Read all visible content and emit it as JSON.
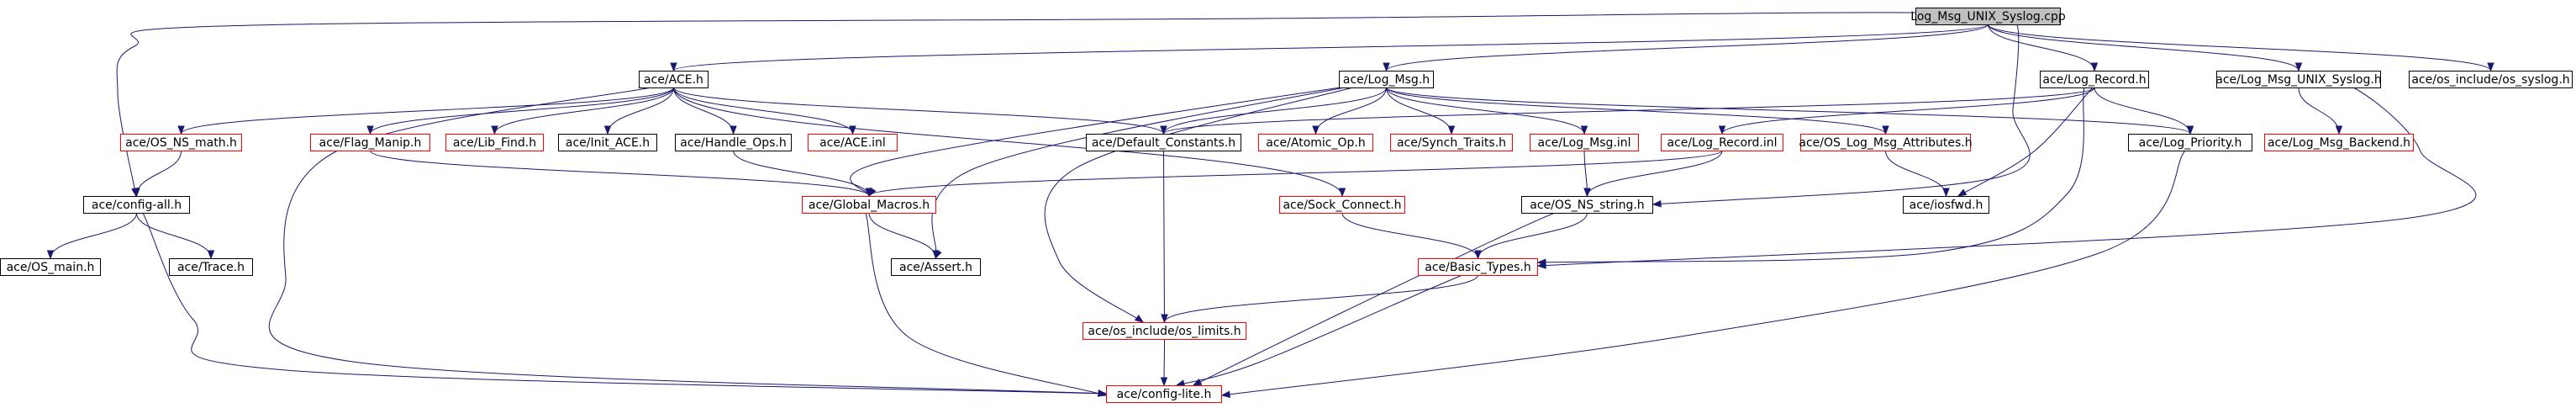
{
  "colors": {
    "edge": "#191970",
    "normal_border": "#000000",
    "incomplete_border": "#ff0000",
    "root_fill": "#bfbfbf",
    "fill": "#ffffff"
  },
  "nodes": [
    {
      "id": "root",
      "label": "Log_Msg_UNIX_Syslog.cpp",
      "style": "root"
    },
    {
      "id": "ace_h",
      "label": "ace/ACE.h",
      "style": "normal"
    },
    {
      "id": "log_msg_h",
      "label": "ace/Log_Msg.h",
      "style": "normal"
    },
    {
      "id": "log_record_h",
      "label": "ace/Log_Record.h",
      "style": "normal"
    },
    {
      "id": "log_msg_unix_syslog_h",
      "label": "ace/Log_Msg_UNIX_Syslog.h",
      "style": "normal"
    },
    {
      "id": "os_syslog_h",
      "label": "ace/os_include/os_syslog.h",
      "style": "normal"
    },
    {
      "id": "os_ns_math_h",
      "label": "ace/OS_NS_math.h",
      "style": "incomplete"
    },
    {
      "id": "flag_manip_h",
      "label": "ace/Flag_Manip.h",
      "style": "incomplete"
    },
    {
      "id": "lib_find_h",
      "label": "ace/Lib_Find.h",
      "style": "incomplete"
    },
    {
      "id": "init_ace_h",
      "label": "ace/Init_ACE.h",
      "style": "normal"
    },
    {
      "id": "handle_ops_h",
      "label": "ace/Handle_Ops.h",
      "style": "normal"
    },
    {
      "id": "ace_inl",
      "label": "ace/ACE.inl",
      "style": "incomplete"
    },
    {
      "id": "default_constants_h",
      "label": "ace/Default_Constants.h",
      "style": "normal"
    },
    {
      "id": "atomic_op_h",
      "label": "ace/Atomic_Op.h",
      "style": "incomplete"
    },
    {
      "id": "synch_traits_h",
      "label": "ace/Synch_Traits.h",
      "style": "incomplete"
    },
    {
      "id": "log_msg_inl",
      "label": "ace/Log_Msg.inl",
      "style": "incomplete"
    },
    {
      "id": "log_record_inl",
      "label": "ace/Log_Record.inl",
      "style": "incomplete"
    },
    {
      "id": "os_log_msg_attributes_h",
      "label": "ace/OS_Log_Msg_Attributes.h",
      "style": "incomplete"
    },
    {
      "id": "log_priority_h",
      "label": "ace/Log_Priority.h",
      "style": "normal"
    },
    {
      "id": "log_msg_backend_h",
      "label": "ace/Log_Msg_Backend.h",
      "style": "incomplete"
    },
    {
      "id": "config_all_h",
      "label": "ace/config-all.h",
      "style": "normal"
    },
    {
      "id": "global_macros_h",
      "label": "ace/Global_Macros.h",
      "style": "incomplete"
    },
    {
      "id": "sock_connect_h",
      "label": "ace/Sock_Connect.h",
      "style": "incomplete"
    },
    {
      "id": "os_ns_string_h",
      "label": "ace/OS_NS_string.h",
      "style": "normal"
    },
    {
      "id": "iosfwd_h",
      "label": "ace/iosfwd.h",
      "style": "normal"
    },
    {
      "id": "os_main_h",
      "label": "ace/OS_main.h",
      "style": "normal"
    },
    {
      "id": "trace_h",
      "label": "ace/Trace.h",
      "style": "normal"
    },
    {
      "id": "assert_h",
      "label": "ace/Assert.h",
      "style": "normal"
    },
    {
      "id": "basic_types_h",
      "label": "ace/Basic_Types.h",
      "style": "incomplete"
    },
    {
      "id": "os_limits_h",
      "label": "ace/os_include/os_limits.h",
      "style": "incomplete"
    },
    {
      "id": "config_lite_h",
      "label": "ace/config-lite.h",
      "style": "incomplete"
    }
  ],
  "edges": [
    [
      "root",
      "ace_h"
    ],
    [
      "root",
      "log_msg_h"
    ],
    [
      "root",
      "log_record_h"
    ],
    [
      "root",
      "log_msg_unix_syslog_h"
    ],
    [
      "root",
      "os_syslog_h"
    ],
    [
      "root",
      "os_ns_string_h"
    ],
    [
      "root",
      "config_all_h"
    ],
    [
      "ace_h",
      "os_ns_math_h"
    ],
    [
      "ace_h",
      "flag_manip_h"
    ],
    [
      "ace_h",
      "lib_find_h"
    ],
    [
      "ace_h",
      "init_ace_h"
    ],
    [
      "ace_h",
      "handle_ops_h"
    ],
    [
      "ace_h",
      "ace_inl"
    ],
    [
      "ace_h",
      "default_constants_h"
    ],
    [
      "ace_h",
      "sock_connect_h"
    ],
    [
      "ace_h",
      "config_lite_h"
    ],
    [
      "log_msg_h",
      "default_constants_h"
    ],
    [
      "log_msg_h",
      "atomic_op_h"
    ],
    [
      "log_msg_h",
      "synch_traits_h"
    ],
    [
      "log_msg_h",
      "log_msg_inl"
    ],
    [
      "log_msg_h",
      "os_log_msg_attributes_h"
    ],
    [
      "log_msg_h",
      "log_priority_h"
    ],
    [
      "log_msg_h",
      "global_macros_h"
    ],
    [
      "log_msg_h",
      "assert_h"
    ],
    [
      "log_msg_h",
      "os_limits_h"
    ],
    [
      "log_record_h",
      "default_constants_h"
    ],
    [
      "log_record_h",
      "log_record_inl"
    ],
    [
      "log_record_h",
      "log_priority_h"
    ],
    [
      "log_record_h",
      "iosfwd_h"
    ],
    [
      "log_record_h",
      "basic_types_h"
    ],
    [
      "log_msg_unix_syslog_h",
      "log_msg_backend_h"
    ],
    [
      "log_msg_unix_syslog_h",
      "basic_types_h"
    ],
    [
      "os_ns_math_h",
      "config_all_h"
    ],
    [
      "flag_manip_h",
      "global_macros_h"
    ],
    [
      "handle_ops_h",
      "global_macros_h"
    ],
    [
      "config_all_h",
      "os_main_h"
    ],
    [
      "config_all_h",
      "trace_h"
    ],
    [
      "config_all_h",
      "config_lite_h"
    ],
    [
      "global_macros_h",
      "assert_h"
    ],
    [
      "global_macros_h",
      "config_lite_h"
    ],
    [
      "default_constants_h",
      "os_limits_h"
    ],
    [
      "sock_connect_h",
      "basic_types_h"
    ],
    [
      "log_msg_inl",
      "os_ns_string_h"
    ],
    [
      "log_record_inl",
      "global_macros_h"
    ],
    [
      "log_record_inl",
      "os_ns_string_h"
    ],
    [
      "os_log_msg_attributes_h",
      "iosfwd_h"
    ],
    [
      "log_priority_h",
      "config_lite_h"
    ],
    [
      "os_ns_string_h",
      "basic_types_h"
    ],
    [
      "os_ns_string_h",
      "config_lite_h"
    ],
    [
      "basic_types_h",
      "os_limits_h"
    ],
    [
      "basic_types_h",
      "config_lite_h"
    ],
    [
      "os_limits_h",
      "config_lite_h"
    ]
  ]
}
